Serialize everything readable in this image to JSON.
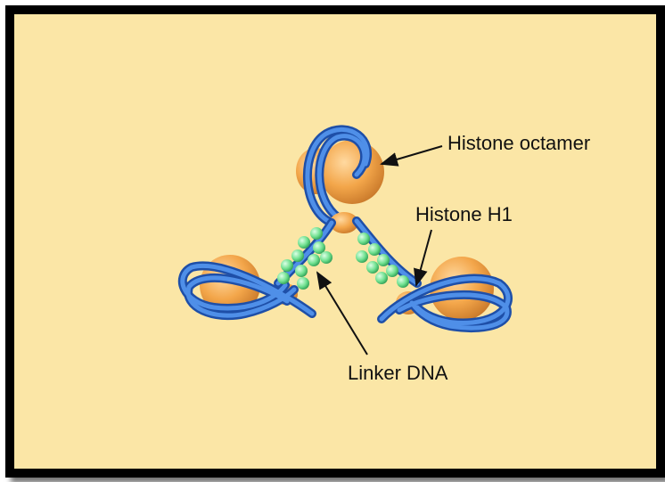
{
  "labels": {
    "histone_octamer": "Histone octamer",
    "histone_h1": "Histone H1",
    "linker_dna": "Linker DNA"
  },
  "colors": {
    "background": "#fbe6a6",
    "border": "#000000",
    "histone": "#f3a64a",
    "dna": "#2f6fd0",
    "linker_protein": "#6fe08f",
    "arrow": "#111111"
  }
}
